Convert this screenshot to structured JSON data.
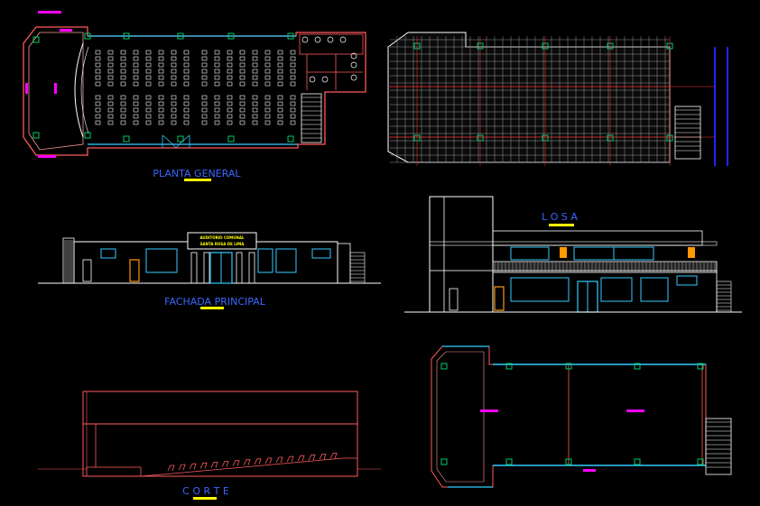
{
  "labels": {
    "plan": "PLANTA  GENERAL",
    "roof": "L O S A",
    "facade": "FACHADA PRINCIPAL",
    "section": "C O R T E"
  },
  "facade_sign": {
    "line1": "AUDITORIO COMUNAL",
    "line2": "SANTA ROSA DE LIMA"
  },
  "colors": {
    "background": "#000000",
    "wall": "#ff5a5a",
    "wall_light": "#ff9a9a",
    "structure": "#ffffff",
    "glass": "#33ccff",
    "label": "#3a66ff",
    "underline": "#ffff00",
    "accent": "#ff00ff",
    "column": "#00cc66",
    "axis": "#2222ff",
    "door": "#ff9900"
  }
}
